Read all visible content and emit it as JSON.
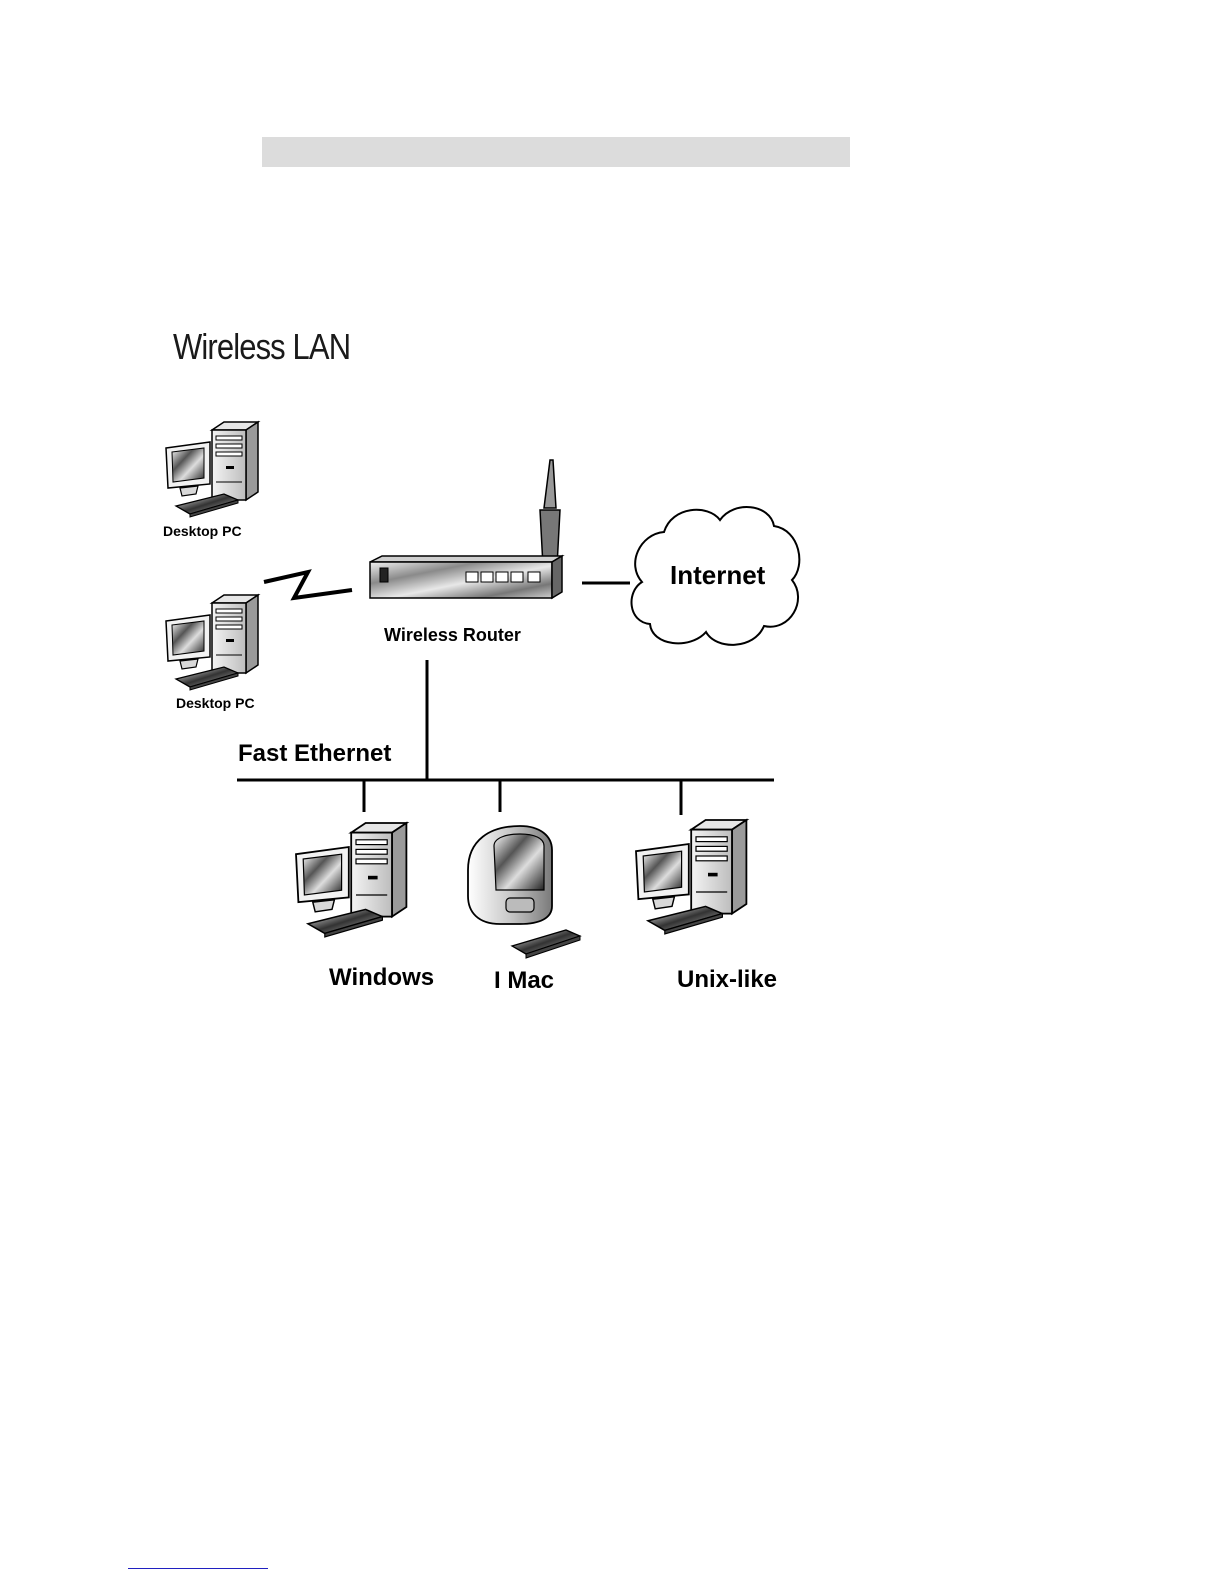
{
  "section_title": "Wireless LAN",
  "labels": {
    "desktop_pc_1": "Desktop PC",
    "desktop_pc_2": "Desktop PC",
    "wireless_router": "Wireless Router",
    "internet": "Internet",
    "fast_ethernet": "Fast Ethernet",
    "windows": "Windows",
    "imac": "I Mac",
    "unix_like": "Unix-like"
  }
}
